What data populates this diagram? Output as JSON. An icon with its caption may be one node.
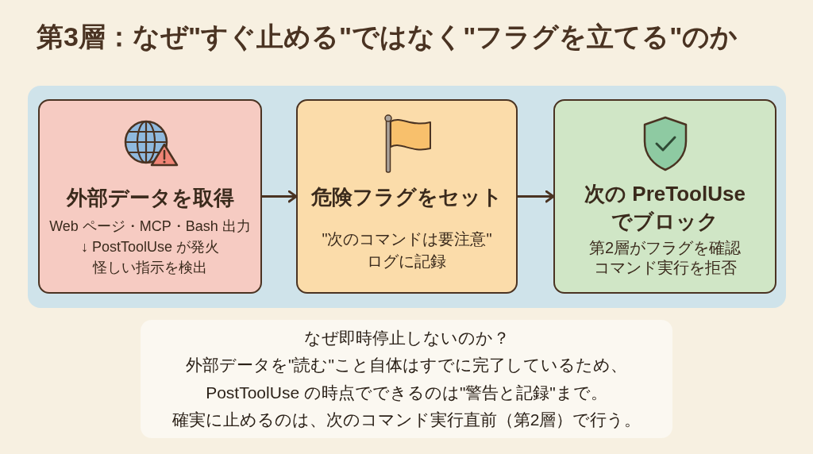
{
  "diagram": {
    "title": "第3層：なぜ\"すぐ止める\"ではなく\"フラグを立てる\"のか",
    "nodes": [
      {
        "text": [],
        "shape": "box"
      },
      {
        "text": [
          "外部データを取得",
          "Web ページ・MCP・Bash 出力",
          "↓ PostToolUse が発火",
          "怪しい指示を検出"
        ],
        "in": 0
      },
      {
        "text": [
          "危険フラグをセット",
          "\"次のコマンドは要注意\"",
          "ログに記録"
        ],
        "in": 0
      },
      {
        "text": [
          "次の PreToolUse でブロック",
          "第2層がフラグを確認",
          "コマンド実行を拒否"
        ],
        "in": 0
      },
      {
        "text": [
          "なぜ即時停止しないのか？",
          "外部データを\"読む\"こと自体はすでに完了しているため、PostToolUse の時点でできるのは\"警告と記録\"まで。",
          "確実に止めるのは、次のコマンド実行直前（第2層）で行う。"
        ]
      }
    ],
    "edges": [
      {
        "from": 1,
        "to": 2,
        "arrow": "to"
      },
      {
        "from": 2,
        "to": 3,
        "arrow": "to"
      }
    ]
  }
}
